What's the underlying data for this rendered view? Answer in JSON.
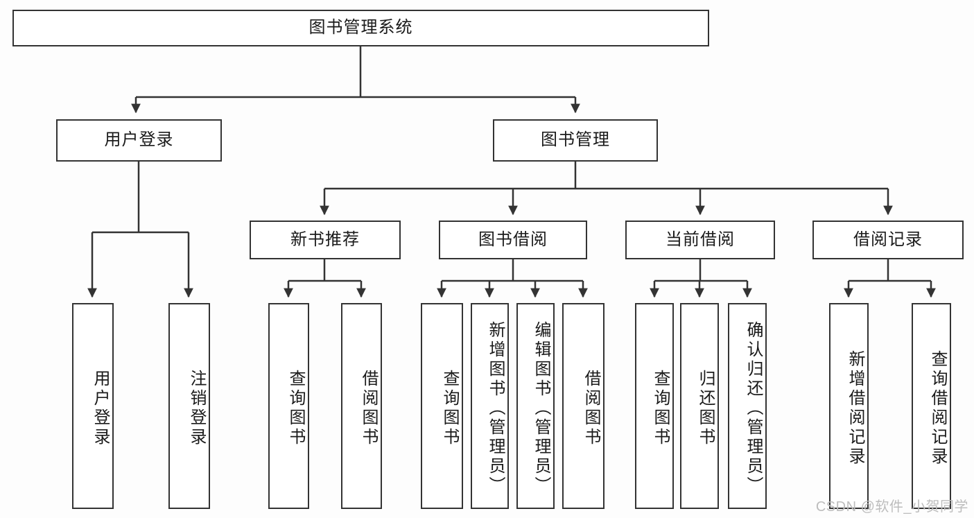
{
  "diagram": {
    "title": "图书管理系统",
    "type": "tree-hierarchy",
    "watermark": "CSDN @软件_小贺同学",
    "colors": {
      "line": "#333333",
      "box_fill": "#ffffff",
      "background": "#fdfdfd",
      "text": "#1a1a1a",
      "watermark": "#bdbdbd"
    },
    "nodes": {
      "root": "图书管理系统",
      "level2": [
        {
          "label": "用户登录"
        },
        {
          "label": "图书管理"
        }
      ],
      "level3": [
        {
          "label": "新书推荐"
        },
        {
          "label": "图书借阅"
        },
        {
          "label": "当前借阅"
        },
        {
          "label": "借阅记录"
        }
      ],
      "leaves": {
        "user_login": [
          {
            "label": "用户登录"
          },
          {
            "label": "注销登录"
          }
        ],
        "new_book_recommend": [
          {
            "label": "查询图书"
          },
          {
            "label": "借阅图书"
          }
        ],
        "book_borrow": [
          {
            "label": "查询图书"
          },
          {
            "label": "新增图书（管理员）"
          },
          {
            "label": "编辑图书（管理员）"
          },
          {
            "label": "借阅图书"
          }
        ],
        "current_borrow": [
          {
            "label": "查询图书"
          },
          {
            "label": "归还图书"
          },
          {
            "label": "确认归还（管理员）"
          }
        ],
        "borrow_records": [
          {
            "label": "新增借阅记录"
          },
          {
            "label": "查询借阅记录"
          }
        ]
      }
    }
  }
}
